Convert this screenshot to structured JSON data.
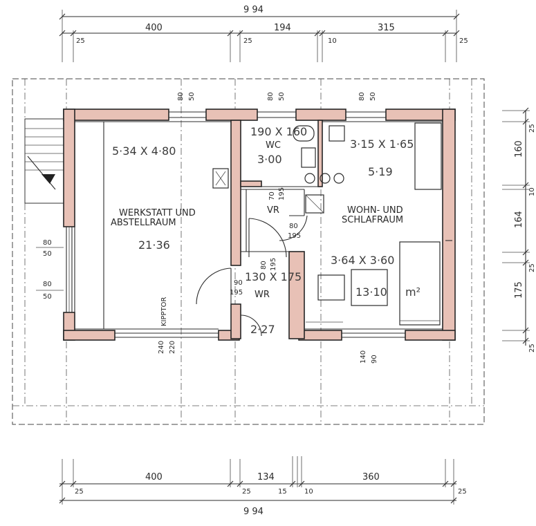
{
  "dims": {
    "top_total": "9 94",
    "top_segments": [
      "400",
      "194",
      "315"
    ],
    "top_small": [
      "25",
      "25",
      "10",
      "25"
    ],
    "bottom_total": "9 94",
    "bottom_segments": [
      "400",
      "134",
      "360"
    ],
    "bottom_small": [
      "25",
      "25",
      "15",
      "10",
      "25"
    ],
    "right": [
      "160",
      "164",
      "175"
    ],
    "right_small": [
      "25",
      "10",
      "25",
      "25"
    ],
    "left_openings": [
      {
        "top": "80",
        "bottom": "50"
      },
      {
        "top": "80",
        "bottom": "50"
      }
    ],
    "top_openings": [
      {
        "top": "80",
        "bottom": "50"
      },
      {
        "top": "80",
        "bottom": "50"
      },
      {
        "top": "80",
        "bottom": "50"
      }
    ],
    "door_labels": [
      {
        "top": "70",
        "bottom": "195"
      },
      {
        "top": "80",
        "bottom": "195"
      },
      {
        "top": "80",
        "bottom": "195"
      },
      {
        "top": "90",
        "bottom": "195"
      }
    ],
    "garage_door": {
      "label": "KIPPTOR",
      "top": "240",
      "bottom": "220"
    },
    "window_bottom": {
      "top": "140",
      "bottom": "90"
    }
  },
  "rooms": {
    "workshop": {
      "name_line1": "WERKSTATT UND",
      "name_line2": "ABSTELLRAUM",
      "size": "5·34 X 4·80",
      "area": "21·36"
    },
    "wc": {
      "name": "WC",
      "size": "190 X 160",
      "area": "3·00"
    },
    "hall": {
      "name": "VR"
    },
    "wr": {
      "name": "WR",
      "size": "130 X 175",
      "area": "2·27"
    },
    "living": {
      "name_line1": "WOHN- UND",
      "name_line2": "SCHLAFRAUM",
      "size_top": "3·15 X 1·65",
      "area_top": "5·19",
      "size": "3·64 X 3·60",
      "area": "13·10",
      "unit": "m²"
    }
  }
}
